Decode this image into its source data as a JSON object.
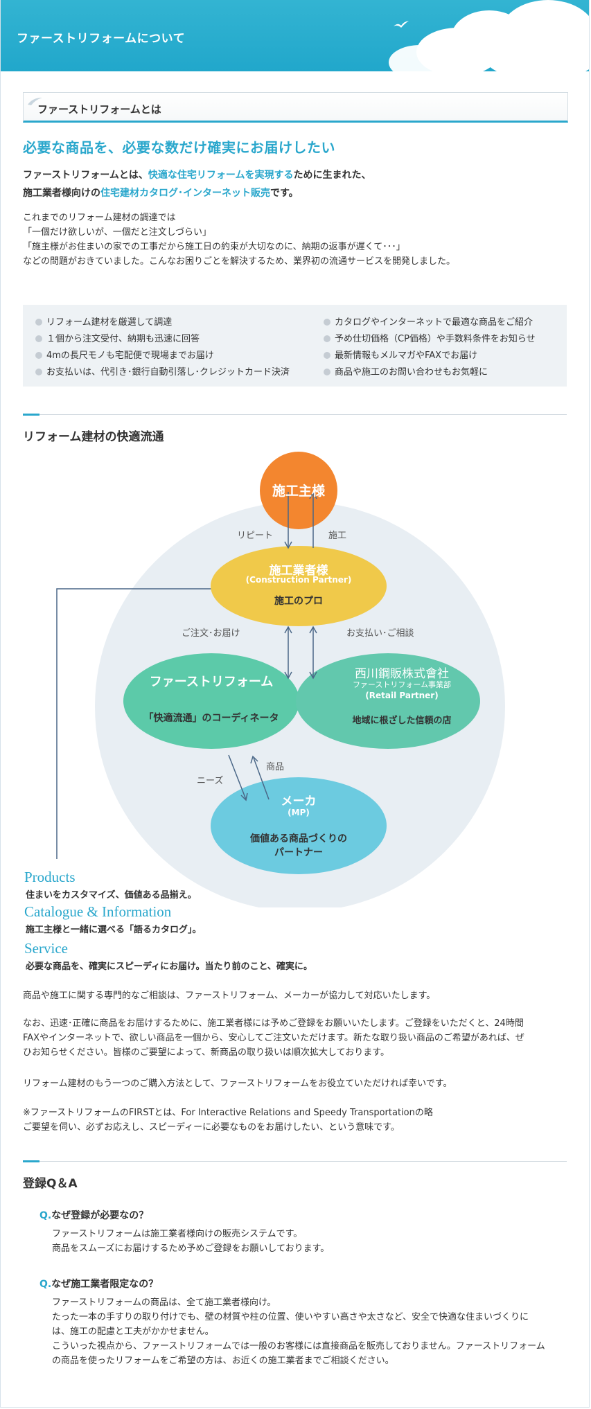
{
  "banner": {
    "title": "ファーストリフォームについて"
  },
  "section1": {
    "title": "ファーストリフォームとは"
  },
  "headline": "必要な商品を、必要な数だけ確実にお届けしたい",
  "lead": {
    "line1_pre": "ファーストリフォームとは、",
    "line1_hl": "快適な住宅リフォームを実現する",
    "line1_post": "ために生まれた、",
    "line2_pre": "施工業者様向けの",
    "line2_hl": "住宅建材カタログ･インターネット販売",
    "line2_post": "です。"
  },
  "intro": [
    "これまでのリフォーム建材の調達では",
    "「一個だけ欲しいが、一個だと注文しづらい」",
    "「施主様がお住まいの家での工事だから施工日の約束が大切なのに、納期の返事が遅くて･･･」",
    "などの問題がおきていました。こんなお困りごとを解決するため、業界初の流通サービスを開発しました。"
  ],
  "features": {
    "left": [
      "リフォーム建材を厳選して調達",
      "１個から注文受付、納期も迅速に回答",
      "4mの長尺モノも宅配便で現場までお届け",
      "お支払いは、代引き･銀行自動引落し･クレジットカード決済"
    ],
    "right": [
      "カタログやインターネットで最適な商品をご紹介",
      "予め仕切価格（CP価格）や手数料条件をお知らせ",
      "最新情報もメルマガやFAXでお届け",
      "商品や施工のお問い合わせもお気軽に"
    ]
  },
  "section2": {
    "title": "リフォーム建材の快適流通"
  },
  "diagram": {
    "owner": "施工主様",
    "repeat": "リピート",
    "construct": "施工",
    "contractor": {
      "name": "施工業者様",
      "en": "(Construction Partner)",
      "role": "施工のプロ"
    },
    "order": "ご注文･お届け",
    "payment": "お支払い･ご相談",
    "first": {
      "name": "ファーストリフォーム",
      "role": "「快適流通」のコーディネータ"
    },
    "retail": {
      "name": "西川鋼販株式會社",
      "dept": "ファーストリフォーム事業部",
      "en": "(Retail Partner)",
      "role": "地域に根ざした信頼の店"
    },
    "needs": "ニーズ",
    "goods": "商品",
    "maker": {
      "name": "メーカ",
      "en": "(MP)",
      "role1": "価値ある商品づくりの",
      "role2": "パートナー"
    }
  },
  "services": [
    {
      "title": "Products",
      "desc": "住まいをカスタマイズ、価値ある品揃え。"
    },
    {
      "title": "Catalogue & Information",
      "desc": "施工主様と一緒に選べる「語るカタログ」。"
    },
    {
      "title": "Service",
      "desc": "必要な商品を、確実にスピーディにお届け。当たり前のこと、確実に。"
    }
  ],
  "paragraphs": [
    "商品や施工に関する専門的なご相談は、ファーストリフォーム、メーカーが協力して対応いたします。",
    "なお、迅速･正確に商品をお届けするために、施工業者様には予めご登録をお願いいたします。ご登録をいただくと、24時間",
    "FAXやインターネットで、欲しい商品を一個から、安心してご注文いただけます。新たな取り扱い商品のご希望があれば、ぜ",
    "ひお知らせください。皆様のご要望によって、新商品の取り扱いは順次拡大しております。",
    "リフォーム建材のもう一つのご購入方法として、ファーストリフォームをお役立ていただければ幸いです。",
    "※ファーストリフォームのFIRSTとは、For Interactive Relations and Speedy Transportationの略",
    "ご要望を伺い、必ずお応えし、スピーディーに必要なものをお届けしたい、という意味です。"
  ],
  "section3": {
    "title": "登録Q＆A"
  },
  "qa": [
    {
      "q_mark": "Q.",
      "question": "なぜ登録が必要なの？",
      "answer": [
        "ファーストリフォームは施工業者様向けの販売システムです。",
        "商品をスムーズにお届けするため予めご登録をお願いしております。"
      ]
    },
    {
      "q_mark": "Q.",
      "question": "なぜ施工業者限定なの？",
      "answer": [
        "ファーストリフォームの商品は、全て施工業者様向け。",
        "たった一本の手すりの取り付けでも、壁の材質や柱の位置、使いやすい高さや太さなど、安全で快適な住まいづくりに",
        "は、施工の配慮と工夫がかかせません。",
        "こういった視点から、ファーストリフォームでは一般のお客様には直接商品を販売しておりません。ファーストリフォーム",
        "の商品を使ったリフォームをご希望の方は、お近くの施工業者までご相談ください。"
      ]
    }
  ],
  "colors": {
    "accent": "#2aa7cc",
    "owner_circle": "#f3862f",
    "contractor_circle": "#f0c94a",
    "first_circle": "#5ccaa9",
    "retail_circle": "#5ccaa9",
    "maker_circle": "#6ccbe0",
    "background_circle": "#e8eef3"
  }
}
